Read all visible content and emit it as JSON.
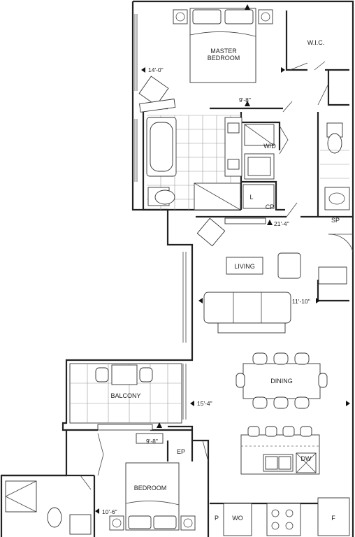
{
  "rooms": {
    "master_bedroom": "MASTER\nBEDROOM",
    "wic": "W.I.C.",
    "wd": "W/D",
    "linen": "L",
    "cp": "CP",
    "sp": "SP",
    "living": "LIVING",
    "dining": "DINING",
    "balcony": "BALCONY",
    "ep": "EP",
    "bedroom": "BEDROOM",
    "pantry": "P",
    "wo": "WO",
    "dw": "DW",
    "fridge": "F"
  },
  "dimensions": {
    "master_bedroom": "14'-0\"",
    "master_bedroom_2": "9'-8\"",
    "living": "21'-4\"",
    "living_2": "11'-10\"",
    "dining": "15'-4\"",
    "bedroom": "9'-8\"",
    "bedroom_2": "10'-6\""
  }
}
